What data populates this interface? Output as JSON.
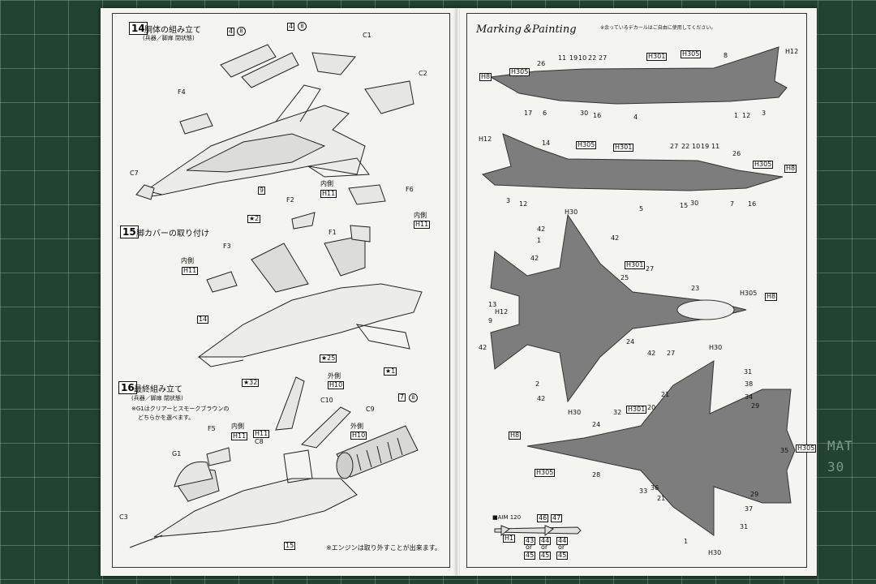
{
  "mat": {
    "text": "MAT",
    "number": "30"
  },
  "steps": [
    {
      "num": "14",
      "title": "胴体の組み立て",
      "subtitle": "(兵器／脚扉 閉状態)"
    },
    {
      "num": "15",
      "title": "脚カバーの取り付け"
    },
    {
      "num": "16",
      "title": "最終組み立て",
      "subtitle": "(兵器／脚扉 閉状態)",
      "note1": "※G1はクリアーとスモークブラウンの",
      "note2": "どちらかを選べます。"
    }
  ],
  "left_labels": {
    "4b_a": "4",
    "4b_b": "4",
    "c1": "C1",
    "c2": "C2",
    "f4": "F4",
    "c7": "C7",
    "p9": "9",
    "naisoku": "内側",
    "h11": "H11",
    "f6": "F6",
    "f2": "F2",
    "f1": "F1",
    "star2": "2",
    "f3": "F3",
    "p14": "14",
    "star25": "25",
    "star32": "32",
    "star1": "1",
    "gaisoku": "外側",
    "c10": "C10",
    "c9": "C9",
    "p7": "7",
    "f5": "F5",
    "c8": "C8",
    "g1": "G1",
    "c3": "C3",
    "p15": "15",
    "circle_b": "B"
  },
  "footnote": "※エンジンは取り外すことが出来ます。",
  "marking": {
    "title": "Marking＆Painting",
    "note": "※余っているデカールはご自由に使用してください。",
    "h_labels": [
      "H8",
      "H305",
      "H301",
      "H305",
      "H12",
      "H12",
      "H305",
      "H301",
      "H305",
      "H8",
      "H30",
      "H301",
      "H305",
      "H8",
      "H12",
      "H30",
      "H30",
      "H301",
      "H8",
      "H305",
      "H305",
      "H30"
    ],
    "num_labels": [
      "26",
      "11",
      "19",
      "10",
      "22",
      "27",
      "8",
      "17",
      "6",
      "30",
      "16",
      "4",
      "1",
      "12",
      "3",
      "14",
      "27",
      "22",
      "10",
      "19",
      "11",
      "26",
      "3",
      "12",
      "5",
      "15",
      "30",
      "7",
      "16",
      "42",
      "1",
      "42",
      "42",
      "27",
      "25",
      "23",
      "13",
      "9",
      "24",
      "42",
      "27",
      "42",
      "2",
      "42",
      "31",
      "38",
      "34",
      "29",
      "21",
      "20",
      "32",
      "24",
      "35",
      "28",
      "33",
      "36",
      "21",
      "29",
      "37",
      "31",
      "1"
    ],
    "aim_label": "■AIM 120",
    "aim_nums": [
      "46",
      "47",
      "43",
      "44",
      "44",
      "or",
      "or",
      "or",
      "45",
      "45",
      "45"
    ],
    "aim_h": "H1"
  }
}
